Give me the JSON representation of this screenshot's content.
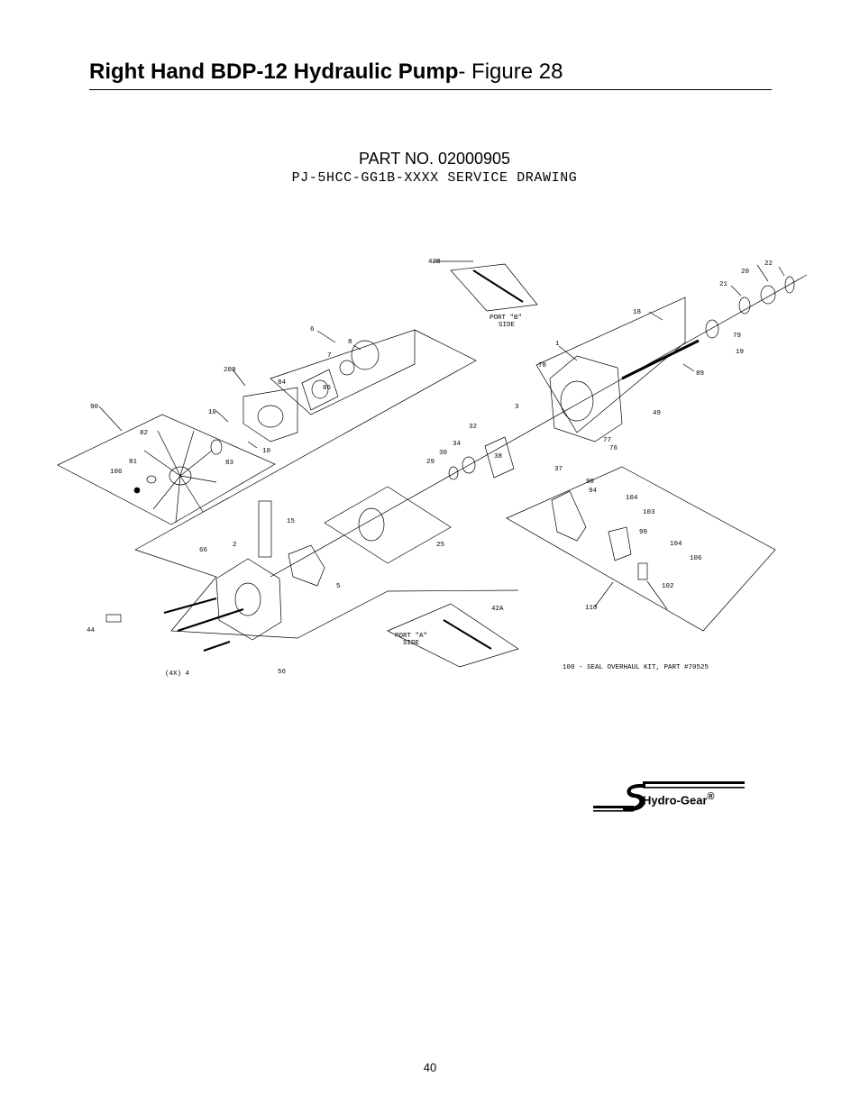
{
  "header": {
    "title_bold": "Right Hand BDP-12 Hydraulic Pump",
    "title_rest": "- Figure 28"
  },
  "drawing": {
    "part_number": "PART NO. 02000905",
    "title": "PJ-5HCC-GG1B-XXXX SERVICE DRAWING",
    "callouts": {
      "c1": "1",
      "c2": "2",
      "c3": "3",
      "c4": "(4X) 4",
      "c5": "5",
      "c6": "6",
      "c7": "7",
      "c8": "8",
      "c10a": "10",
      "c10b": "10",
      "c15": "15",
      "c18": "18",
      "c19": "19",
      "c20": "20",
      "c21": "21",
      "c22": "22",
      "c25": "25",
      "c29": "29",
      "c30": "30",
      "c32": "32",
      "c34": "34",
      "c37": "37",
      "c38": "38",
      "c42a": "42A",
      "c42b": "42B",
      "c44": "44",
      "c49": "49",
      "c56": "56",
      "c66": "66",
      "c76": "76",
      "c77": "77",
      "c78": "78",
      "c79": "79",
      "c81": "81",
      "c82": "82",
      "c83": "83",
      "c84": "84",
      "c86": "86",
      "c89": "89",
      "c90": "90",
      "c94": "94",
      "c98": "98",
      "c99": "99",
      "c102": "102",
      "c103": "103",
      "c104a": "104",
      "c104b": "104",
      "c106a": "106",
      "c106b": "106",
      "c110": "110",
      "c209": "209"
    },
    "port_b": [
      "PORT \"B\"",
      "SIDE"
    ],
    "port_a": [
      "PORT \"A\"",
      "SIDE"
    ],
    "kit_note": "100 - SEAL OVERHAUL KIT, PART #70525"
  },
  "logo": {
    "text": "Hydro-Gear",
    "mark": "®"
  },
  "footer": {
    "page_number": "40"
  }
}
